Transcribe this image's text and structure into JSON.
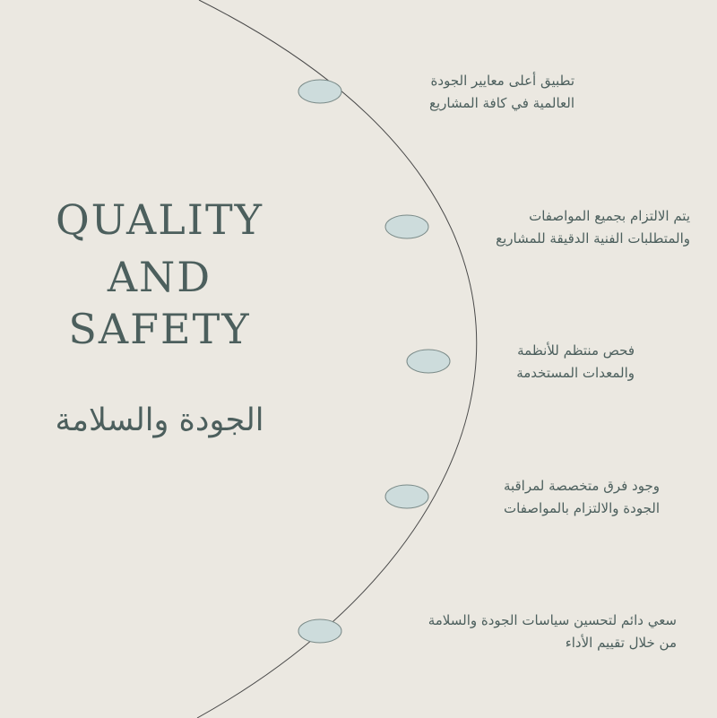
{
  "title": {
    "en_line_1": "QUALITY",
    "en_line_2": "AND",
    "en_line_3": "SAFETY",
    "ar": "الجودة والسلامة"
  },
  "items": [
    {
      "line1": "تطبيق أعلى معايير الجودة",
      "line2": "العالمية في كافة المشاريع"
    },
    {
      "line1": "يتم الالتزام بجميع المواصفات",
      "line2": "والمتطلبات الفنية الدقيقة للمشاريع"
    },
    {
      "line1": "فحص منتظم للأنظمة",
      "line2": "والمعدات المستخدمة"
    },
    {
      "line1": "وجود فرق متخصصة لمراقبة",
      "line2": "الجودة والالتزام بالمواصفات"
    },
    {
      "line1": "سعي دائم لتحسين سياسات الجودة والسلامة",
      "line2": "من خلال تقييم الأداء"
    }
  ],
  "colors": {
    "background": "#ebe8e1",
    "text": "#4c5f5d",
    "dot_fill": "#cddcdc",
    "dot_stroke": "#7a8a88",
    "arc": "#4a4a4a"
  }
}
